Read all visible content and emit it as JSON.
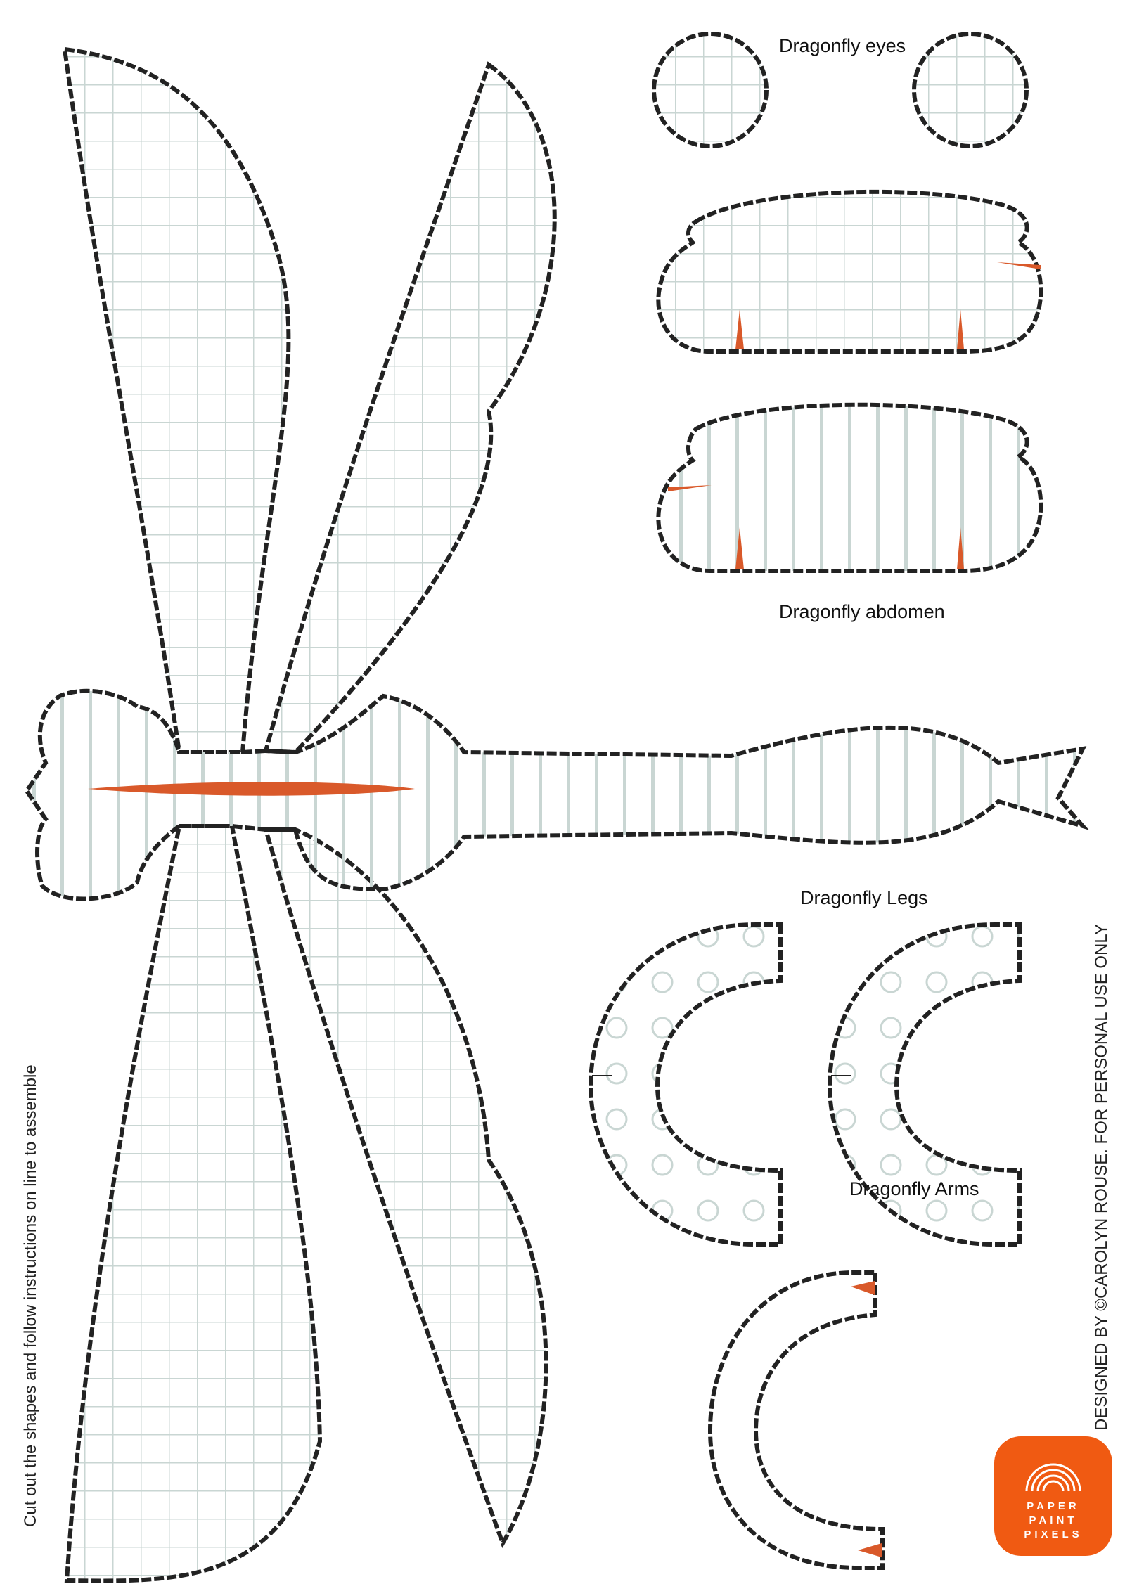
{
  "labels": {
    "eyes": "Dragonfly eyes",
    "abdomen": "Dragonfly abdomen",
    "legs": "Dragonfly Legs",
    "arms": "Dragonfly Arms"
  },
  "side_notes": {
    "instructions": "Cut out the shapes and follow instructions on line to assemble",
    "credit": "DESIGNED BY ©CAROLYN ROUSE. FOR PERSONAL USE ONLY"
  },
  "logo": {
    "line1": "PAPER",
    "line2": "PAINT",
    "line3": "PIXELS",
    "icon": "rainbow-icon"
  },
  "colors": {
    "outline": "#222222",
    "grid": "#c9d6d3",
    "accent": "#d9592a",
    "logo_bg": "#f05a12"
  }
}
